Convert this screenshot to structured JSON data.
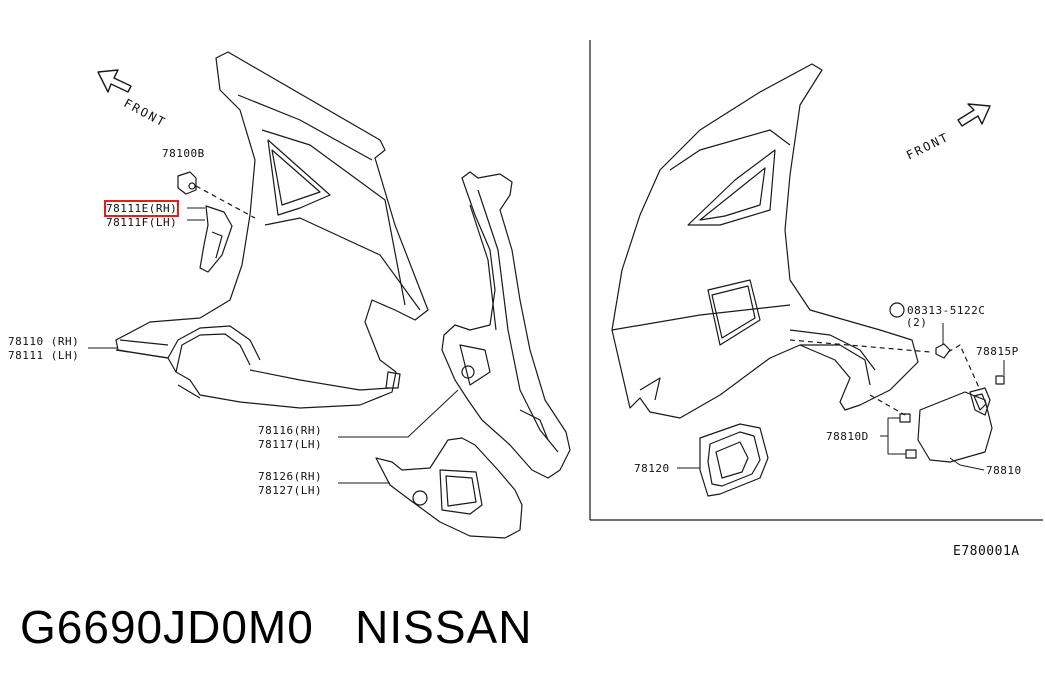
{
  "front_label": "FRONT",
  "labels": {
    "p78100B": "78100B",
    "p78111E": "78111E(RH)",
    "p78111F": "78111F(LH)",
    "p78110": "78110 (RH)",
    "p78111": "78111 (LH)",
    "p78116": "78116(RH)",
    "p78117": "78117(LH)",
    "p78126": "78126(RH)",
    "p78127": "78127(LH)",
    "p08313": "08313-5122C",
    "p08313_qty": "(2)",
    "p78815P": "78815P",
    "p78810D": "78810D",
    "p78810": "78810",
    "p78120": "78120"
  },
  "diagram_code": "E780001A",
  "footer": {
    "part_number": "G6690JD0M0",
    "brand": "NISSAN"
  },
  "highlight_color": "#e02020"
}
